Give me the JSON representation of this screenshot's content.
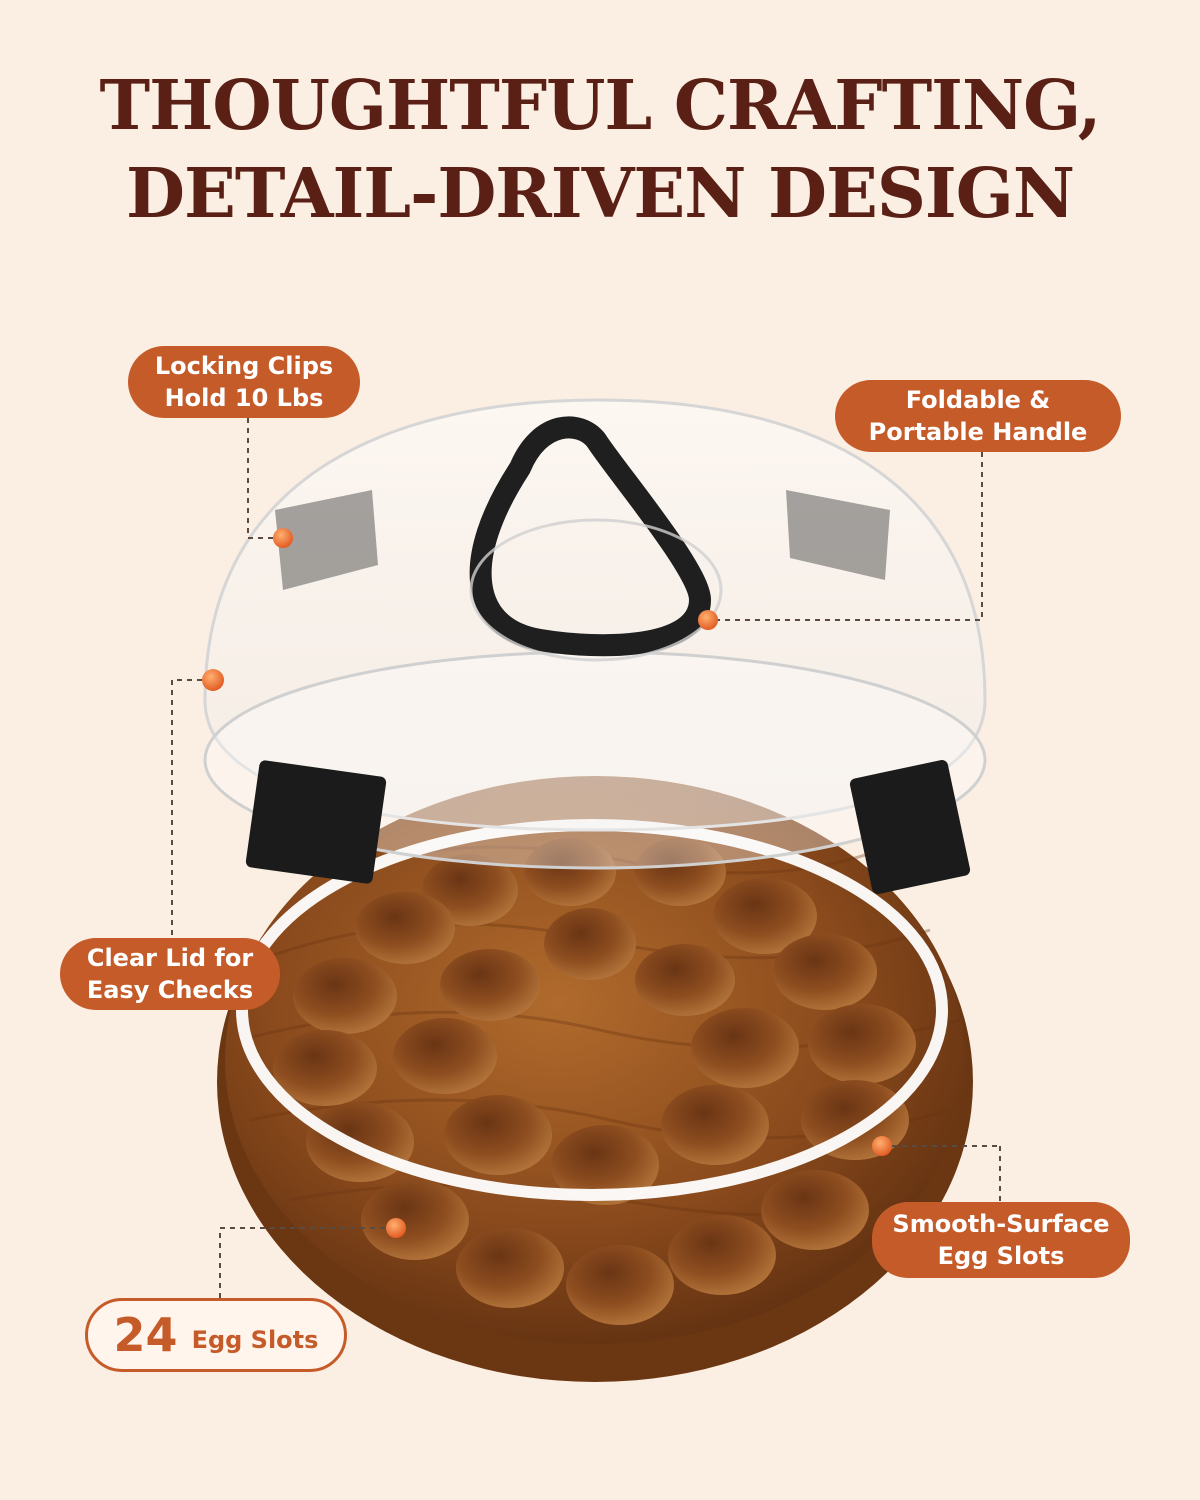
{
  "headline": {
    "line1": "THOUGHTFUL CRAFTING,",
    "line2": "DETAIL-DRIVEN DESIGN"
  },
  "callouts": {
    "locking_clips": {
      "line1": "Locking Clips",
      "line2": "Hold 10 Lbs"
    },
    "handle": {
      "line1": "Foldable &",
      "line2": "Portable Handle"
    },
    "clear_lid": {
      "line1": "Clear Lid for",
      "line2": "Easy Checks"
    },
    "smooth_slots": {
      "line1": "Smooth-Surface",
      "line2": "Egg Slots"
    }
  },
  "badge": {
    "number": "24",
    "text": "Egg Slots"
  },
  "colors": {
    "background": "#fbeee2",
    "headline": "#5a2015",
    "accent": "#c65b2a",
    "wood": "#8a4a1c"
  }
}
